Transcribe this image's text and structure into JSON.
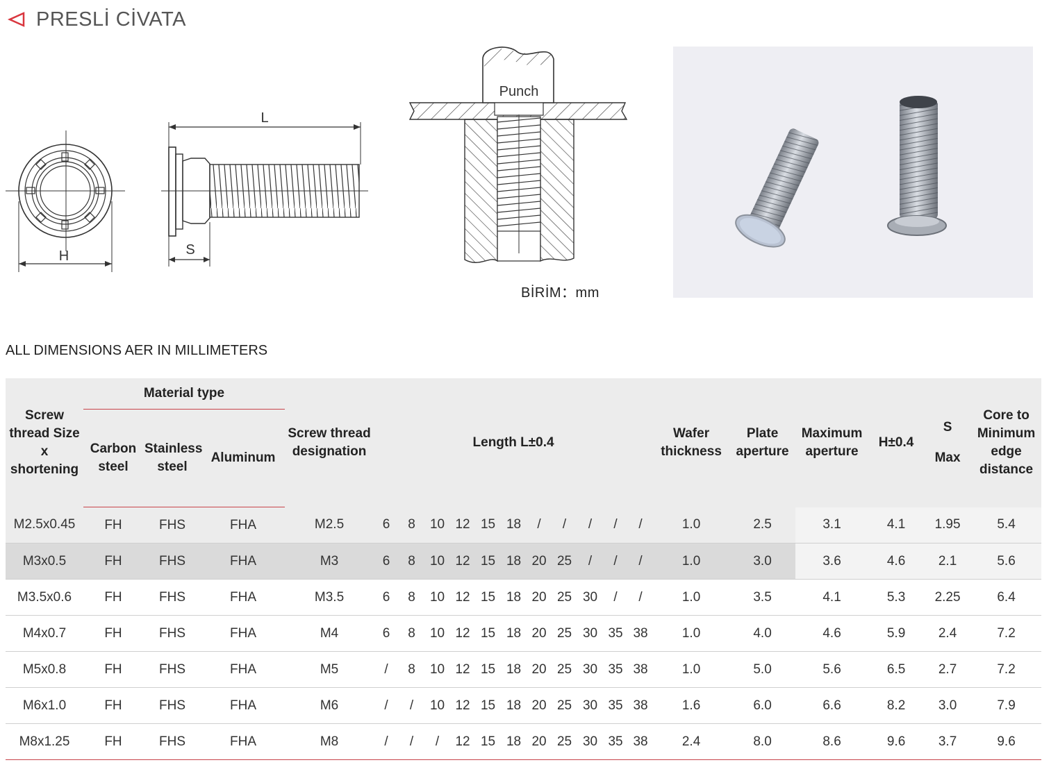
{
  "header": {
    "title": "PRESLİ CİVATA",
    "title_color": "#555555",
    "icon": "triangle-left-icon",
    "icon_color": "#d9363e"
  },
  "drawings": {
    "dim_L": "L",
    "dim_S": "S",
    "dim_H": "H",
    "punch_label": "Punch",
    "unit_label": "BİRİM：mm"
  },
  "subtitle": "ALL DIMENSIONS AER IN MILLIMETERS",
  "table": {
    "material_type": "Material type",
    "headers": {
      "screw_size": "Screw thread Size x shortening",
      "carbon": "Carbon steel",
      "stainless": "Stainless steel",
      "aluminum": "Aluminum",
      "designation": "Screw thread designation",
      "length": "Length L±0.4",
      "wafer": "Wafer thickness",
      "plate": "Plate aperture",
      "maximum": "Maximum aperture",
      "h": "H±0.4",
      "s_top": "S",
      "s_bottom": "Max",
      "core": "Core to Minimum edge distance"
    },
    "rows": [
      {
        "size": "M2.5x0.45",
        "carbon": "FH",
        "stainless": "FHS",
        "aluminum": "FHA",
        "designation": "M2.5",
        "lengths": [
          "6",
          "8",
          "10",
          "12",
          "15",
          "18",
          "/",
          "/",
          "/",
          "/",
          "/"
        ],
        "wafer": "1.0",
        "plate": "2.5",
        "maximum": "3.1",
        "h": "4.1",
        "s": "1.95",
        "core": "5.4"
      },
      {
        "size": "M3x0.5",
        "carbon": "FH",
        "stainless": "FHS",
        "aluminum": "FHA",
        "designation": "M3",
        "lengths": [
          "6",
          "8",
          "10",
          "12",
          "15",
          "18",
          "20",
          "25",
          "/",
          "/",
          "/"
        ],
        "wafer": "1.0",
        "plate": "3.0",
        "maximum": "3.6",
        "h": "4.6",
        "s": "2.1",
        "core": "5.6"
      },
      {
        "size": "M3.5x0.6",
        "carbon": "FH",
        "stainless": "FHS",
        "aluminum": "FHA",
        "designation": "M3.5",
        "lengths": [
          "6",
          "8",
          "10",
          "12",
          "15",
          "18",
          "20",
          "25",
          "30",
          "/",
          "/"
        ],
        "wafer": "1.0",
        "plate": "3.5",
        "maximum": "4.1",
        "h": "5.3",
        "s": "2.25",
        "core": "6.4"
      },
      {
        "size": "M4x0.7",
        "carbon": "FH",
        "stainless": "FHS",
        "aluminum": "FHA",
        "designation": "M4",
        "lengths": [
          "6",
          "8",
          "10",
          "12",
          "15",
          "18",
          "20",
          "25",
          "30",
          "35",
          "38"
        ],
        "wafer": "1.0",
        "plate": "4.0",
        "maximum": "4.6",
        "h": "5.9",
        "s": "2.4",
        "core": "7.2"
      },
      {
        "size": "M5x0.8",
        "carbon": "FH",
        "stainless": "FHS",
        "aluminum": "FHA",
        "designation": "M5",
        "lengths": [
          "/",
          "8",
          "10",
          "12",
          "15",
          "18",
          "20",
          "25",
          "30",
          "35",
          "38"
        ],
        "wafer": "1.0",
        "plate": "5.0",
        "maximum": "5.6",
        "h": "6.5",
        "s": "2.7",
        "core": "7.2"
      },
      {
        "size": "M6x1.0",
        "carbon": "FH",
        "stainless": "FHS",
        "aluminum": "FHA",
        "designation": "M6",
        "lengths": [
          "/",
          "/",
          "10",
          "12",
          "15",
          "18",
          "20",
          "25",
          "30",
          "35",
          "38"
        ],
        "wafer": "1.6",
        "plate": "6.0",
        "maximum": "6.6",
        "h": "8.2",
        "s": "3.0",
        "core": "7.9"
      },
      {
        "size": "M8x1.25",
        "carbon": "FH",
        "stainless": "FHS",
        "aluminum": "FHA",
        "designation": "M8",
        "lengths": [
          "/",
          "/",
          "/",
          "12",
          "15",
          "18",
          "20",
          "25",
          "30",
          "35",
          "38"
        ],
        "wafer": "2.4",
        "plate": "8.0",
        "maximum": "8.6",
        "h": "9.6",
        "s": "3.7",
        "core": "9.6"
      }
    ],
    "accent_color": "#c8434a"
  }
}
